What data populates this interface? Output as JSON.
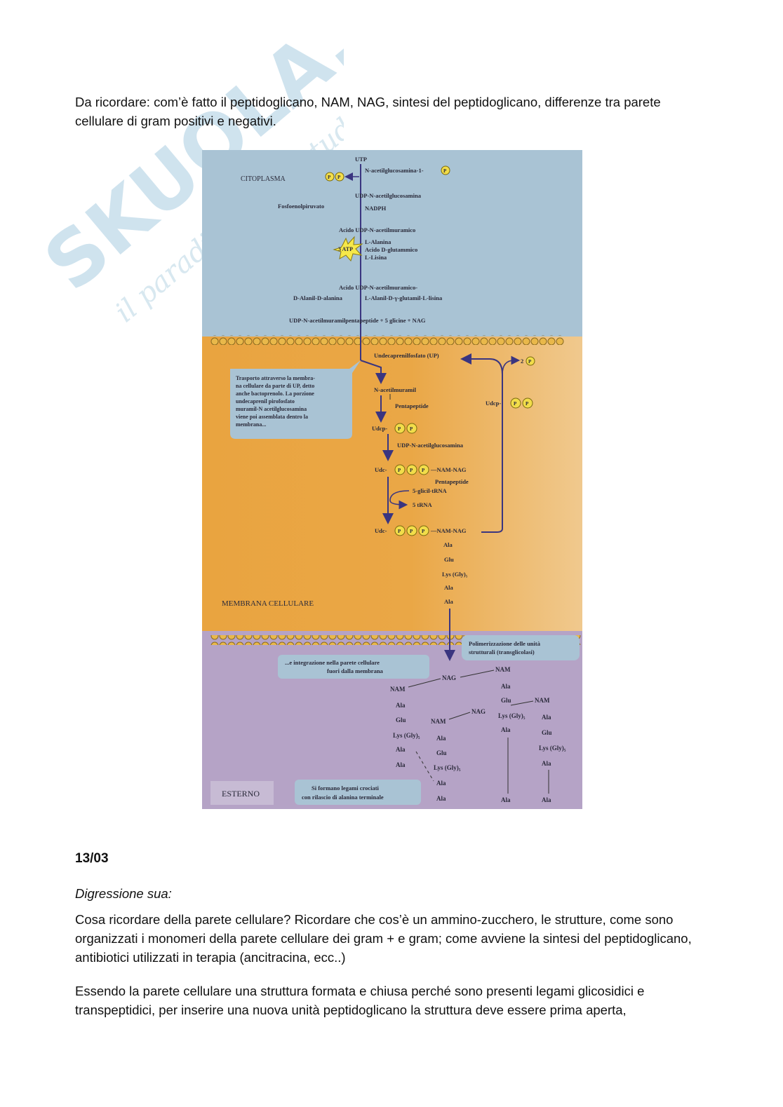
{
  "intro": "Da ricordare: com’è fatto il peptidoglicano, NAM, NAG, sintesi del peptidoglicano, differenze tra parete cellulare di gram positivi e negativi.",
  "watermark": {
    "brand": "SKUOLA.net",
    "tagline": "il paradiso dello studente",
    "color": "#cfe3ee"
  },
  "figure": {
    "colors": {
      "cytoplasm": "#a9c3d4",
      "membrane": "#e8a545",
      "exterior": "#b5a3c6",
      "arrow": "#3a3580",
      "phosphate": "#f2dd4a"
    },
    "regions": {
      "cytoplasm": "CITOPLASMA",
      "membrane": "MEMBRANA CELLULARE",
      "exterior": "ESTERNO"
    },
    "p": "P",
    "atp": "3 ATP",
    "cyto": {
      "utp": "UTP",
      "nag1p": "N-acetilglucosamina-1-",
      "udp_nag": "UDP-N-acetilglucosamina",
      "pep": "Fosfoenolpiruvato",
      "nadph": "NADPH",
      "udp_nam": "Acido UDP-N-acetilmuramico",
      "ala": "L-Alanina",
      "glu": "Acido D-glutammico",
      "lys": "L-Lisina",
      "udp_nam2": "Acido UDP-N-acetilmuramico-",
      "dala": "D-Alanil-D-alanina",
      "tripep": "L-Alanil-D-γ-glutamil-L-lisina",
      "pentapep": "UDP-N-acetilmuramilpentapeptide + 5 glicine + NAG"
    },
    "mem": {
      "up": "Undecaprenilfosfato (UP)",
      "twop": "2",
      "callout": [
        "Trasporto attraverso la membra-",
        "na cellulare da parte di UP, detto",
        "anche bactoprenolo. La porzione",
        "undecaprenil pirofosfato",
        "muramil-N acetilglucosamina",
        "viene poi assemblata dentro la",
        "membrana..."
      ],
      "nam1": "N-acetilmuramil",
      "pent1": "Pentapeptide",
      "udcp": "Udcp-",
      "udcp_r": "Udcp-",
      "udp_nag2": "UDP-N-acetilglucosamina",
      "udc": "Udc-",
      "namnag": "—NAM-NAG",
      "pent2": "Pentapeptide",
      "glicil": "5-glicil-tRNA",
      "trna": "5 tRNA",
      "udc2": "Udc-",
      "namnag2": "—NAM-NAG",
      "chain": [
        "Ala",
        "Glu",
        "Lys (Gly)₅",
        "Ala",
        "Ala"
      ]
    },
    "ext": {
      "poly": [
        "Polimerizzazione delle unità",
        "strutturali (transglicolasi)"
      ],
      "integ": [
        "...e integrazione nella parete cellulare",
        "fuori dalla membrana"
      ],
      "cross": [
        "Si formano legami crociati",
        "con rilascio di alanina terminale"
      ],
      "nag_a": "NAG",
      "nam_a": "NAM",
      "nam_b": "NAM",
      "nag_b": "NAG",
      "nam_c": "NAM",
      "nam_d": "NAM",
      "ala": "Ala",
      "glu": "Glu",
      "lys": "Lys (Gly)₅"
    }
  },
  "date": "13/03",
  "digression_title": "Digressione sua:",
  "digression_text": "Cosa ricordare della parete cellulare? Ricordare che cos’è un ammino-zucchero, le strutture, come sono organizzati i monomeri della parete cellulare dei gram + e gram; come avviene la sintesi del peptidoglicano, antibiotici utilizzati in terapia (ancitracina, ecc..)",
  "body_text": "Essendo la parete cellulare una struttura formata e chiusa perché sono presenti legami glicosidici e transpeptidici, per inserire una nuova unità peptidoglicano la struttura deve essere prima aperta,"
}
